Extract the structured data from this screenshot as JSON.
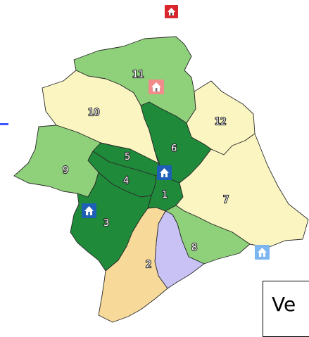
{
  "map": {
    "districts": [
      {
        "id": "1",
        "label": "1",
        "color": "#1f8a3a"
      },
      {
        "id": "2",
        "label": "2",
        "color": "#f7d99a"
      },
      {
        "id": "3",
        "label": "3",
        "color": "#1f8a3a"
      },
      {
        "id": "4",
        "label": "4",
        "color": "#1f8a3a"
      },
      {
        "id": "5",
        "label": "5",
        "color": "#1f8a3a"
      },
      {
        "id": "6",
        "label": "6",
        "color": "#1f8a3a"
      },
      {
        "id": "7",
        "label": "7",
        "color": "#fbf6c1"
      },
      {
        "id": "8",
        "label": "8",
        "color": "#8fd07a"
      },
      {
        "id": "9",
        "label": "9",
        "color": "#8fd07a"
      },
      {
        "id": "10",
        "label": "10",
        "color": "#fbf6c1"
      },
      {
        "id": "11",
        "label": "11",
        "color": "#8fd07a"
      },
      {
        "id": "12",
        "label": "12",
        "color": "#fbf6c1"
      }
    ],
    "markers": [
      {
        "icon": "house-icon",
        "color": "#d9262c"
      },
      {
        "icon": "house-icon",
        "color": "#f28b8b"
      },
      {
        "icon": "house-icon",
        "color": "#1f5fb5"
      },
      {
        "icon": "house-icon",
        "color": "#1f5fb5"
      },
      {
        "icon": "house-icon",
        "color": "#7bb6f0"
      }
    ],
    "lake_color": "#c9c3f5"
  },
  "legend": {
    "text": "Ve"
  }
}
